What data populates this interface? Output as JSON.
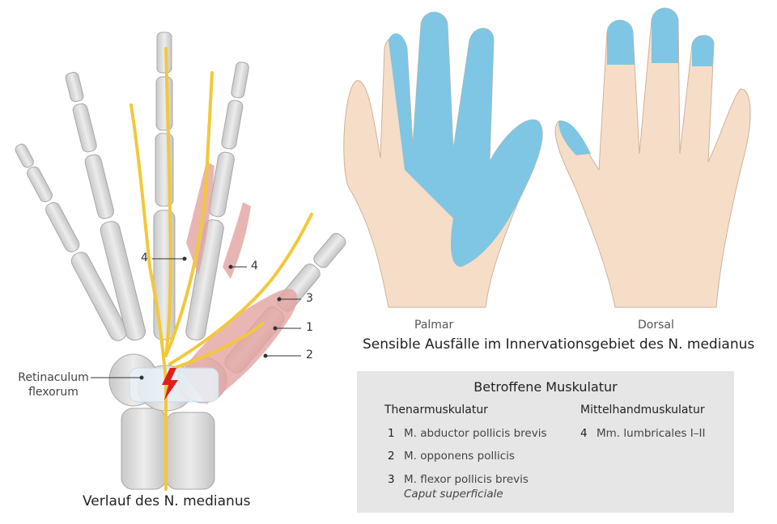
{
  "left_figure": {
    "caption": "Verlauf des N. medianus",
    "retinaculum_line1": "Retinaculum",
    "retinaculum_line2": "flexorum",
    "markers": {
      "m4a": "4",
      "m4b": "4",
      "m3": "3",
      "m1": "1",
      "m2": "2"
    }
  },
  "right_figure": {
    "palmar_label": "Palmar",
    "dorsal_label": "Dorsal",
    "caption": "Sensible Ausfälle im Innervationsgebiet des N. medianus"
  },
  "muscles": {
    "title": "Betroffene Muskulatur",
    "thenar": {
      "heading": "Thenarmuskulatur",
      "items": [
        {
          "num": "1",
          "name": "M. abductor pollicis brevis"
        },
        {
          "num": "2",
          "name": "M. opponens pollicis"
        },
        {
          "num": "3",
          "name": "M. flexor pollicis brevis",
          "sub": "Caput superficiale"
        }
      ]
    },
    "mittelhand": {
      "heading": "Mittelhandmuskulatur",
      "items": [
        {
          "num": "4",
          "name": "Mm. lumbricales I–II"
        }
      ]
    }
  },
  "colors": {
    "bone": "#dcdcdc",
    "nerve": "#f2c83a",
    "muscle": "#e3a4a0",
    "skin": "#f6ddc8",
    "sensory_area": "#7ec6e3",
    "lesion": "#e0201b",
    "box": "#e6e6e6"
  }
}
